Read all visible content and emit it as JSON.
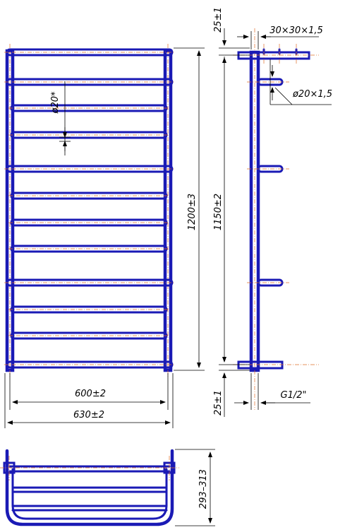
{
  "labels": {
    "tube_diameter": "ø20*",
    "height_overall": "1200±3",
    "height_centers": "1150±2",
    "width_centers": "600±2",
    "width_overall": "630±2",
    "offset_top": "25±1",
    "offset_bottom": "25±1",
    "profile_section": "30×30×1,5",
    "bar_diameter": "ø20×1,5",
    "thread": "G1/2\"",
    "depth_range": "293–313"
  },
  "colors": {
    "tube": "#1a1ab5",
    "axis": "#e0702a",
    "dimension": "#000000"
  }
}
